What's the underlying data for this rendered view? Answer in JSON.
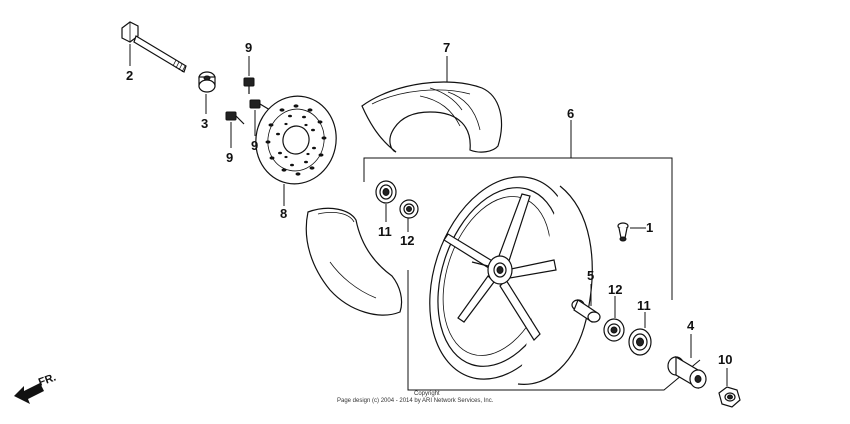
{
  "diagram": {
    "callouts": {
      "c1": "1",
      "c2": "2",
      "c3": "3",
      "c4": "4",
      "c5": "5",
      "c6": "6",
      "c7": "7",
      "c8": "8",
      "c9a": "9",
      "c9b": "9",
      "c9c": "9",
      "c10": "10",
      "c11a": "11",
      "c11b": "11",
      "c12a": "12",
      "c12b": "12"
    },
    "direction_label": "FR.",
    "copyright_line1": "Copyright",
    "copyright_line2": "Page design (c) 2004 - 2014 by ARI Network Services, Inc."
  }
}
